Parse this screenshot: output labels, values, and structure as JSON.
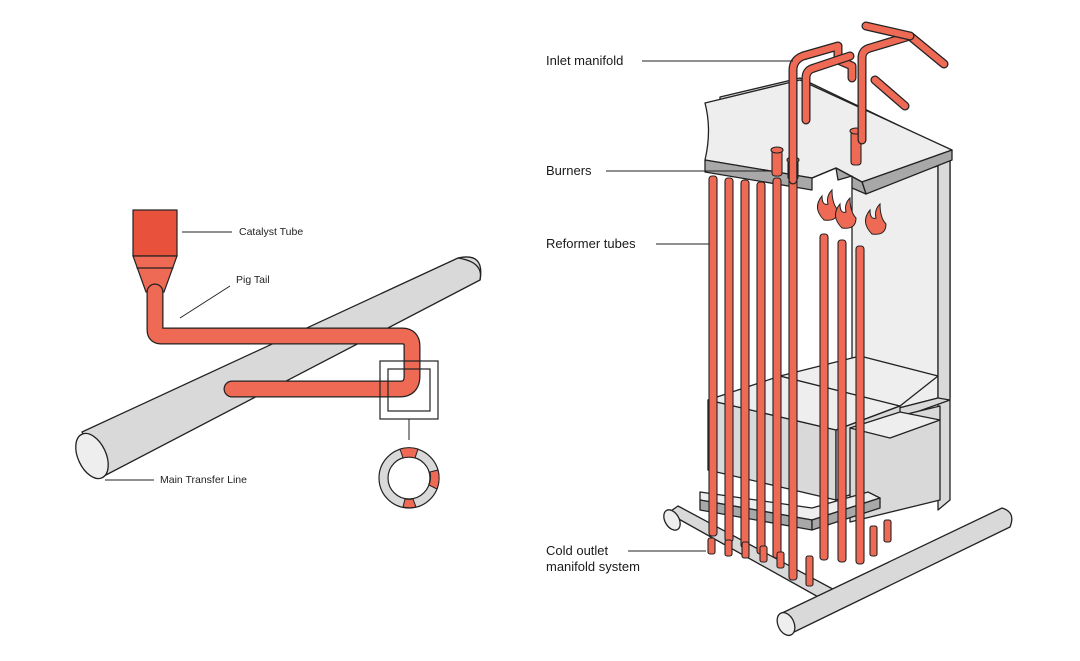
{
  "left_diagram": {
    "labels": {
      "catalyst_tube": "Catalyst Tube",
      "pig_tail": "Pig Tail",
      "main_transfer_line": "Main Transfer Line"
    }
  },
  "right_diagram": {
    "labels": {
      "inlet_manifold": "Inlet manifold",
      "burners": "Burners",
      "reformer_tubes": "Reformer tubes",
      "cold_outlet_line1": "Cold outlet",
      "cold_outlet_line2": "manifold system"
    }
  },
  "colors": {
    "tube": "#ee6a55",
    "catalyst": "#e8513b",
    "steel_light": "#d9d9d9",
    "steel_dark": "#a8a8a8",
    "outline": "#222222"
  }
}
